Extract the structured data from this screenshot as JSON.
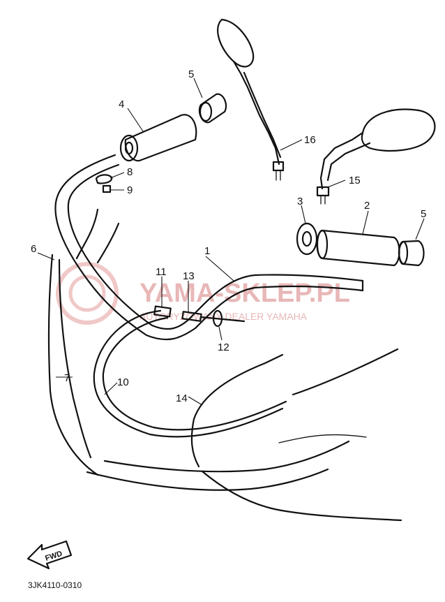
{
  "watermark": {
    "brand": "YAMA-SKLEP.PL",
    "tagline": "AUTORYZOWANY DEALER YAMAHA",
    "color": "#e8b7b7"
  },
  "callouts": [
    "1",
    "2",
    "3",
    "4",
    "5",
    "6",
    "7",
    "8",
    "9",
    "10",
    "11",
    "12",
    "13",
    "14",
    "15",
    "16"
  ],
  "second_callout_5": "5",
  "direction_badge": "FWD",
  "diagram_code": "3JK4110-0310"
}
